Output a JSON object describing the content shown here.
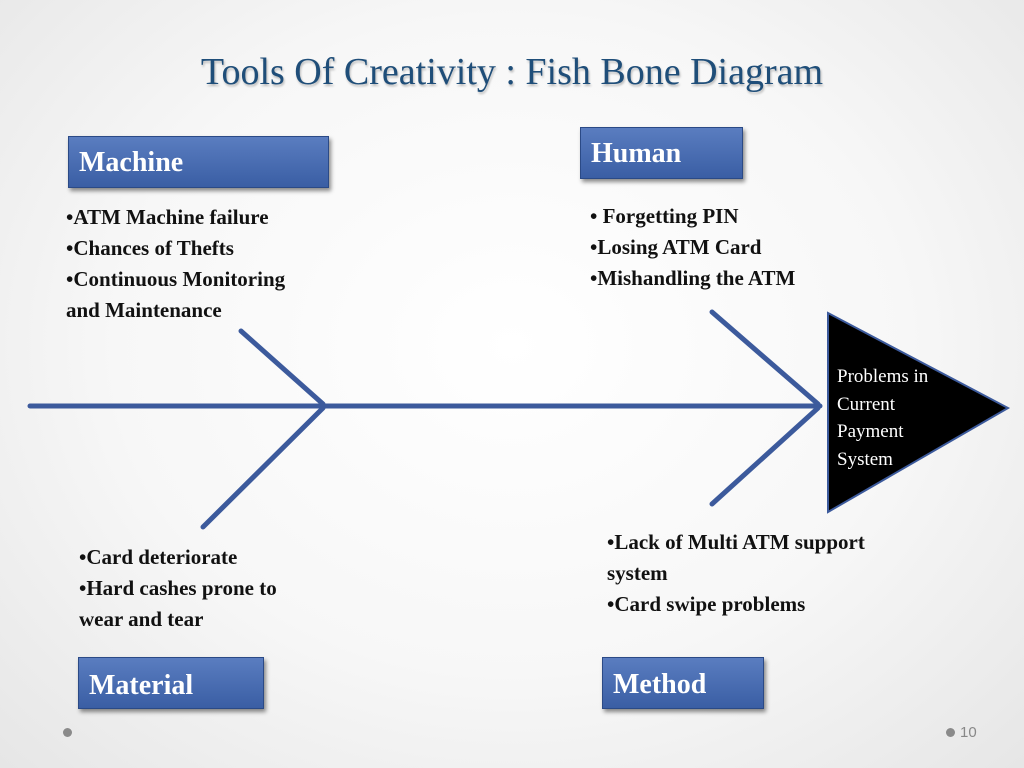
{
  "title": "Tools Of Creativity : Fish Bone Diagram",
  "categories": {
    "machine": "Machine",
    "human": "Human",
    "material": "Material",
    "method": "Method"
  },
  "causes": {
    "machine": [
      "•ATM Machine failure",
      "•Chances of Thefts",
      "•Continuous Monitoring",
      "and Maintenance"
    ],
    "human": [
      "• Forgetting PIN",
      "•Losing ATM Card",
      "•Mishandling the ATM"
    ],
    "material": [
      "•Card deteriorate",
      "•Hard cashes prone to",
      "wear and tear"
    ],
    "method": [
      "•Lack of Multi ATM support",
      "system",
      "•Card swipe problems"
    ]
  },
  "problem": {
    "lines": [
      "Problems in",
      "Current",
      "Payment",
      "System"
    ]
  },
  "page_number": "10",
  "colors": {
    "title": "#1f4e79",
    "bone": "#3c5a9c",
    "category_fill": "#4a6db4",
    "head_fill": "#000000"
  }
}
